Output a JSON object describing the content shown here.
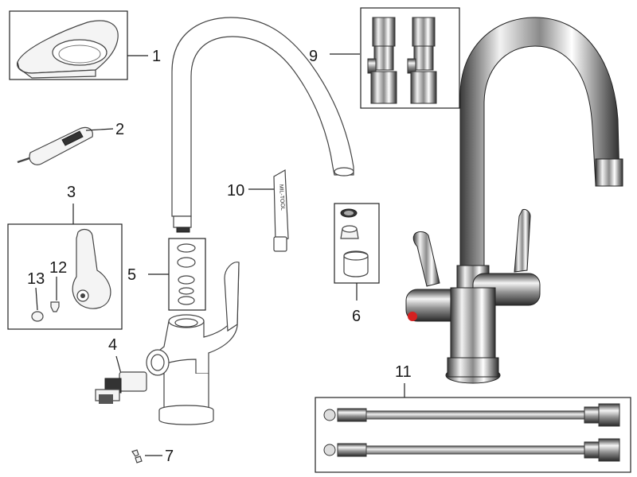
{
  "callouts": {
    "c1": "1",
    "c2": "2",
    "c3": "3",
    "c4": "4",
    "c5": "5",
    "c6": "6",
    "c7": "7",
    "c9": "9",
    "c10": "10",
    "c11": "11",
    "c12": "12",
    "c13": "13"
  },
  "labels": {
    "tool_text": "MIL-TOOL"
  },
  "colors": {
    "hot_indicator": "#d42020",
    "chrome_dark": "#2a2a2a",
    "outline": "#444444"
  }
}
